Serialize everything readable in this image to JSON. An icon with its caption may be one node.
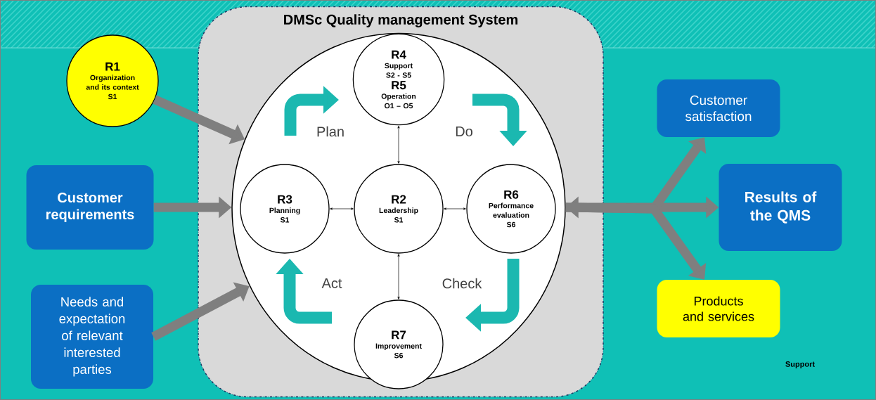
{
  "diagram": {
    "nodes": [
      {
        "text": [
          "DMSc Quality management System"
        ]
      },
      {
        "text": [],
        "shape": "circle",
        "in": 0
      },
      {
        "text": [
          "R1",
          "Organization and its context",
          "S1"
        ]
      },
      {
        "text": [
          "Customer requirements"
        ]
      },
      {
        "text": [
          "Needs and expectation of relevant interested parties"
        ]
      },
      {
        "text": [
          "R4",
          "Support",
          "S2 - S5",
          "R5",
          "Operation",
          "O1 – O5"
        ],
        "in": 1
      },
      {
        "text": [
          "R3",
          "Planning",
          "S1"
        ],
        "in": 1
      },
      {
        "text": [
          "R2",
          "Leadership",
          "S1"
        ],
        "in": 1
      },
      {
        "text": [
          "R6",
          "Performance evaluation",
          "S6"
        ],
        "in": 1
      },
      {
        "text": [
          "R7",
          "Improvement",
          "S6"
        ],
        "in": 0
      },
      {
        "text": [
          "Customer satisfaction"
        ]
      },
      {
        "text": [
          "Results of the QMS"
        ]
      },
      {
        "text": [
          "Products and services"
        ]
      }
    ],
    "edges": [
      {
        "from": 2,
        "to": 1,
        "arrow": "to"
      },
      {
        "from": 3,
        "to": 1,
        "arrow": "to"
      },
      {
        "from": 4,
        "to": 1,
        "arrow": "to"
      },
      {
        "from": 5,
        "to": 7,
        "arrow": "both",
        "color": "#000000"
      },
      {
        "from": 6,
        "to": 7,
        "arrow": "both",
        "color": "#000000"
      },
      {
        "from": 7,
        "to": 8,
        "arrow": "both",
        "color": "#000000"
      },
      {
        "from": 7,
        "to": 9,
        "arrow": "both",
        "color": "#000000"
      },
      {
        "from": 1,
        "to": 11,
        "arrow": "both"
      },
      {
        "from": 1,
        "to": 10,
        "arrow": "to"
      },
      {
        "from": 1,
        "to": 12,
        "arrow": "to"
      }
    ],
    "labels": [
      "Plan",
      "Do",
      "Act",
      "Check",
      "Support"
    ]
  }
}
